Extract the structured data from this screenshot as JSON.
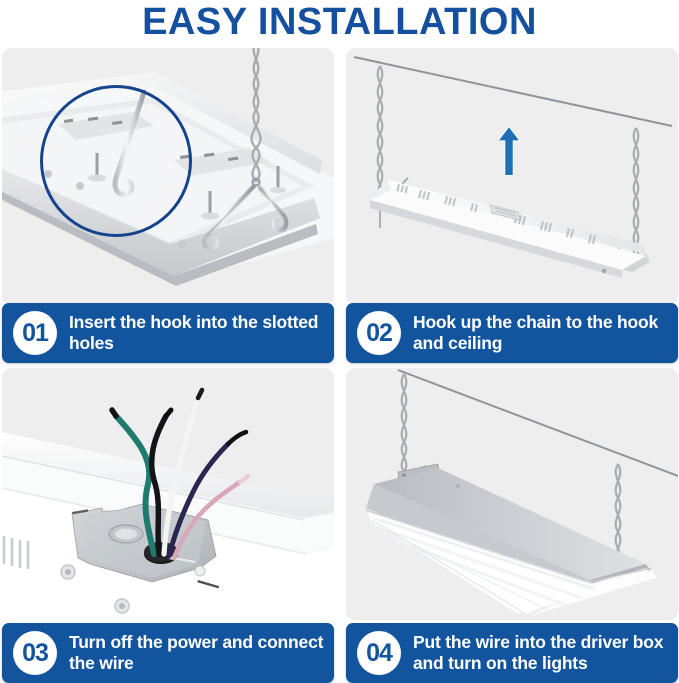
{
  "header": {
    "title": "EASY INSTALLATION",
    "title_color": "#14509f"
  },
  "theme": {
    "bar_blue": "#12559e",
    "badge_text_blue": "#12559e",
    "arrow_blue": "#1f6fb5",
    "highlight_circle_blue": "#15448c",
    "panel_background": "#eeeeef",
    "page_background": "#ffffff"
  },
  "steps": [
    {
      "number": "01",
      "text": "Insert the hook into the slotted holes",
      "photo_name": "fixture-back-with-hooks-photo",
      "annotations": [
        "highlight-circle",
        "s-hook",
        "chain"
      ]
    },
    {
      "number": "02",
      "text": "Hook up the chain to the hook and ceiling",
      "photo_name": "fixture-hanging-from-chains-photo",
      "annotations": [
        "up-arrow",
        "ceiling-line",
        "chain-left",
        "chain-right"
      ]
    },
    {
      "number": "03",
      "text": "Turn off the power and connect the wire",
      "photo_name": "junction-box-wires-photo",
      "annotations": [
        "green-wire",
        "black-wire",
        "white-wire",
        "purple-wire",
        "pink-wire"
      ]
    },
    {
      "number": "04",
      "text": "Put the wire into the driver box and turn on the lights",
      "photo_name": "illuminated-fixture-photo",
      "annotations": [
        "ceiling-line",
        "chain-left",
        "chain-right",
        "lit-diffuser"
      ]
    }
  ]
}
